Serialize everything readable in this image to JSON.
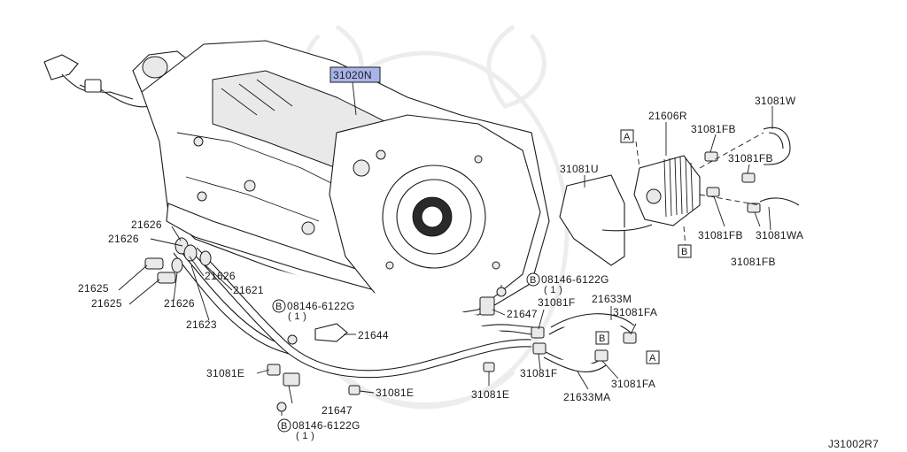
{
  "diagram_id": "J31002R7",
  "highlighted_part": "31020N",
  "highlight_color": "#a9b5ea",
  "parts": {
    "p21606R": "21606R",
    "p31081W": "31081W",
    "p31081FB_a": "31081FB",
    "p31081FB_b": "31081FB",
    "p31081FB_c": "31081FB",
    "p31081FB_d": "31081FB",
    "p31081U": "31081U",
    "p31081WA": "31081WA",
    "p21626_a": "21626",
    "p21626_b": "21626",
    "p21626_c": "21626",
    "p21626_d": "21626",
    "p21625_a": "21625",
    "p21625_b": "21625",
    "p21621": "21621",
    "p21623": "21623",
    "p08146_a": "08146-6122G",
    "p08146_a_qty": "( 1 )",
    "p08146_b": "08146-6122G",
    "p08146_b_qty": "( 1 )",
    "p08146_c": "08146-6122G",
    "p08146_c_qty": "( 1 )",
    "p21644": "21644",
    "p21647_a": "21647",
    "p21647_b": "21647",
    "p31081F_a": "31081F",
    "p31081F_b": "31081F",
    "p21633M": "21633M",
    "p21633MA": "21633MA",
    "p31081FA_a": "31081FA",
    "p31081FA_b": "31081FA",
    "p31081E_a": "31081E",
    "p31081E_b": "31081E",
    "p31081E_c": "31081E"
  },
  "refs": {
    "A": "A",
    "B": "B",
    "bolt_symbol": "B"
  }
}
